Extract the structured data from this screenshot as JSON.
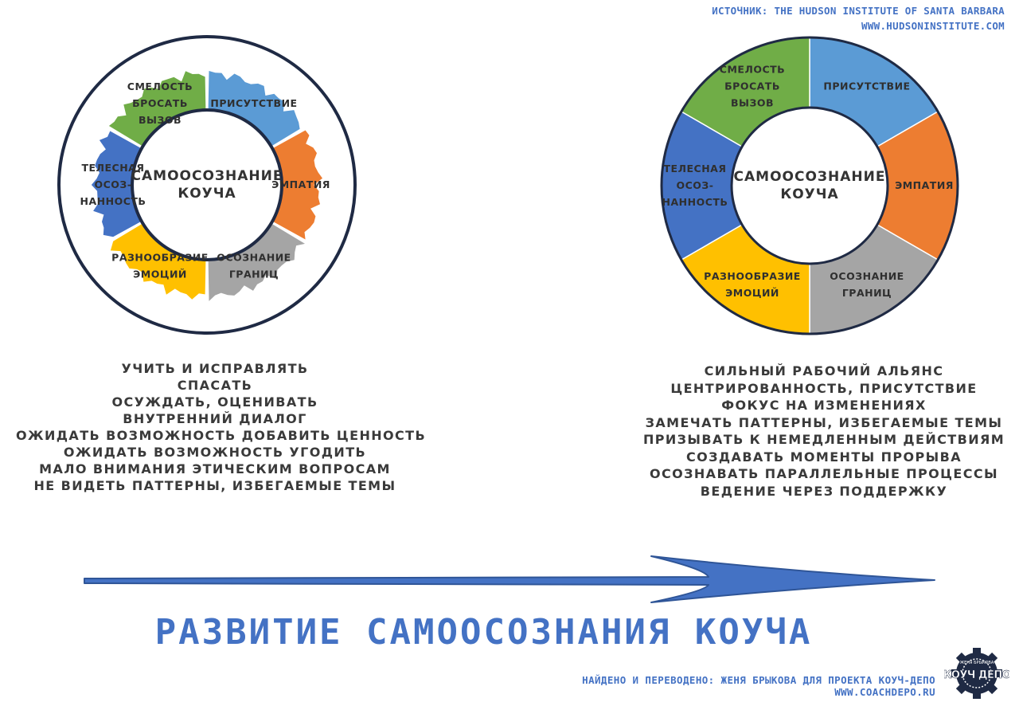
{
  "source": {
    "line1": "ИСТОЧНИК: THE HUDSON INSTITUTE OF SANTA BARBARA",
    "line2": "WWW.HUDSONINSTITUTE.COM"
  },
  "wheel_left": {
    "center": [
      "САМООСОЗНАНИЕ",
      "КОУЧА"
    ],
    "segments": [
      {
        "lines": [
          "ПРИСУТСТВИЕ"
        ],
        "color": "#5b9bd5"
      },
      {
        "lines": [
          "ЭМПАТИЯ"
        ],
        "color": "#ed7d31"
      },
      {
        "lines": [
          "ОСОЗНАНИЕ",
          "ГРАНИЦ"
        ],
        "color": "#a5a5a5"
      },
      {
        "lines": [
          "РАЗНООБРАЗИЕ",
          "ЭМОЦИЙ"
        ],
        "color": "#ffc000"
      },
      {
        "lines": [
          "ТЕЛЕСНАЯ",
          "ОСОЗ-",
          "НАННОСТЬ"
        ],
        "color": "#4472c4"
      },
      {
        "lines": [
          "СМЕЛОСТЬ",
          "БРОСАТЬ",
          "ВЫЗОВ"
        ],
        "color": "#70ad47"
      }
    ]
  },
  "wheel_right": {
    "center": [
      "САМООСОЗНАНИЕ",
      "КОУЧА"
    ],
    "segments": [
      {
        "lines": [
          "ПРИСУТСТВИЕ"
        ],
        "color": "#5b9bd5"
      },
      {
        "lines": [
          "ЭМПАТИЯ"
        ],
        "color": "#ed7d31"
      },
      {
        "lines": [
          "ОСОЗНАНИЕ",
          "ГРАНИЦ"
        ],
        "color": "#a5a5a5"
      },
      {
        "lines": [
          "РАЗНООБРАЗИЕ",
          "ЭМОЦИЙ"
        ],
        "color": "#ffc000"
      },
      {
        "lines": [
          "ТЕЛЕСНАЯ",
          "ОСОЗ-",
          "НАННОСТЬ"
        ],
        "color": "#4472c4"
      },
      {
        "lines": [
          "СМЕЛОСТЬ",
          "БРОСАТЬ",
          "ВЫЗОВ"
        ],
        "color": "#70ad47"
      }
    ]
  },
  "list_left": [
    "УЧИТЬ И ИСПРАВЛЯТЬ",
    "СПАСАТЬ",
    "ОСУЖДАТЬ, ОЦЕНИВАТЬ",
    "ВНУТРЕННИЙ ДИАЛОГ",
    "ОЖИДАТЬ ВОЗМОЖНОСТЬ ДОБАВИТЬ ЦЕННОСТЬ",
    "ОЖИДАТЬ ВОЗМОЖНОСТЬ УГОДИТЬ",
    "МАЛО ВНИМАНИЯ ЭТИЧЕСКИМ ВОПРОСАМ",
    "НЕ ВИДЕТЬ ПАТТЕРНЫ, ИЗБЕГАЕМЫЕ ТЕМЫ"
  ],
  "list_right": [
    "СИЛЬНЫЙ РАБОЧИЙ АЛЬЯНС",
    "ЦЕНТРИРОВАННОСТЬ, ПРИСУТСТВИЕ",
    "ФОКУС НА ИЗМЕНЕНИЯХ",
    "ЗАМЕЧАТЬ ПАТТЕРНЫ, ИЗБЕГАЕМЫЕ ТЕМЫ",
    "ПРИЗЫВАТЬ К НЕМЕДЛЕННЫМ ДЕЙСТВИЯМ",
    "СОЗДАВАТЬ МОМЕНТЫ ПРОРЫВА",
    "ОСОЗНАВАТЬ ПАРАЛЛЕЛЬНЫЕ ПРОЦЕССЫ",
    "ВЕДЕНИЕ ЧЕРЕЗ ПОДДЕРЖКУ"
  ],
  "title": "РАЗВИТИЕ САМООСОЗНАНИЯ КОУЧА",
  "credits": {
    "line1": "НАЙДЕНО И ПЕРЕВОДЕНО: ЖЕНЯ БРЫКОВА ДЛЯ ПРОЕКТА КОУЧ-ДЕПО",
    "line2": "WWW.COACHDEPO.RU"
  },
  "logo": {
    "text": "КОУЧ ДЕПО",
    "sub": "ЖЕНЯ БРЫКОВА",
    "icon": "gear-logo-icon"
  },
  "colors": {
    "accent": "#4472c4",
    "arrow": "#4472c4",
    "ring_outline": "#1f2a44",
    "text": "#3a3a3a"
  }
}
